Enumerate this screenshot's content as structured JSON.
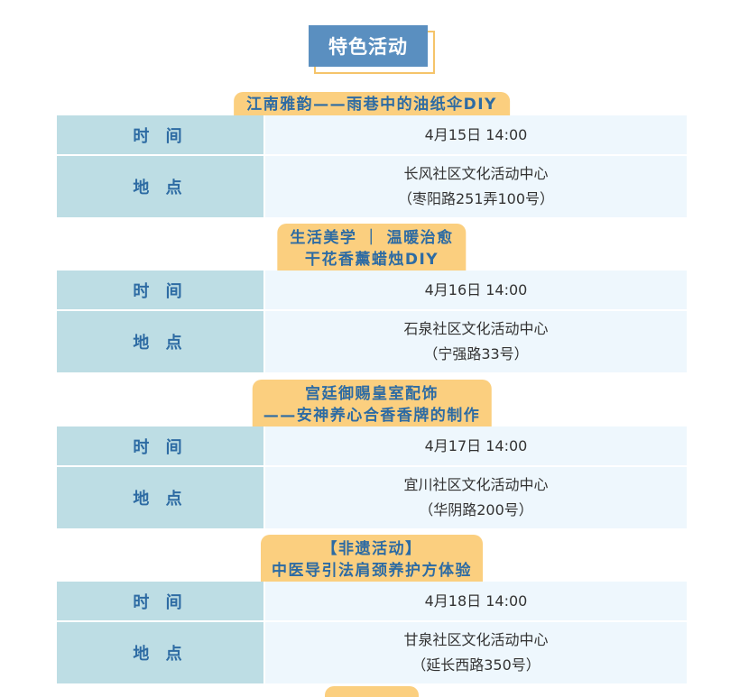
{
  "section_title": "特色活动",
  "labels": {
    "time": "时 间",
    "place": "地 点"
  },
  "events": [
    {
      "title_lines": [
        "江南雅韵——雨巷中的油纸伞DIY"
      ],
      "time": "4月15日 14:00",
      "place": "长风社区文化活动中心",
      "address": "（枣阳路251弄100号）"
    },
    {
      "title_lines": [
        "生活美学 ｜ 温暖治愈",
        "干花香薰蜡烛DIY"
      ],
      "time": "4月16日 14:00",
      "place": "石泉社区文化活动中心",
      "address": "（宁强路33号）"
    },
    {
      "title_lines": [
        "宫廷御赐皇室配饰",
        "——安神养心合香香牌的制作"
      ],
      "time": "4月17日 14:00",
      "place": "宜川社区文化活动中心",
      "address": "（华阴路200号）"
    },
    {
      "title_lines": [
        "【非遗活动】",
        "中医导引法肩颈养护方体验"
      ],
      "time": "4月18日 14:00",
      "place": "甘泉社区文化活动中心",
      "address": "（延长西路350号）"
    }
  ]
}
